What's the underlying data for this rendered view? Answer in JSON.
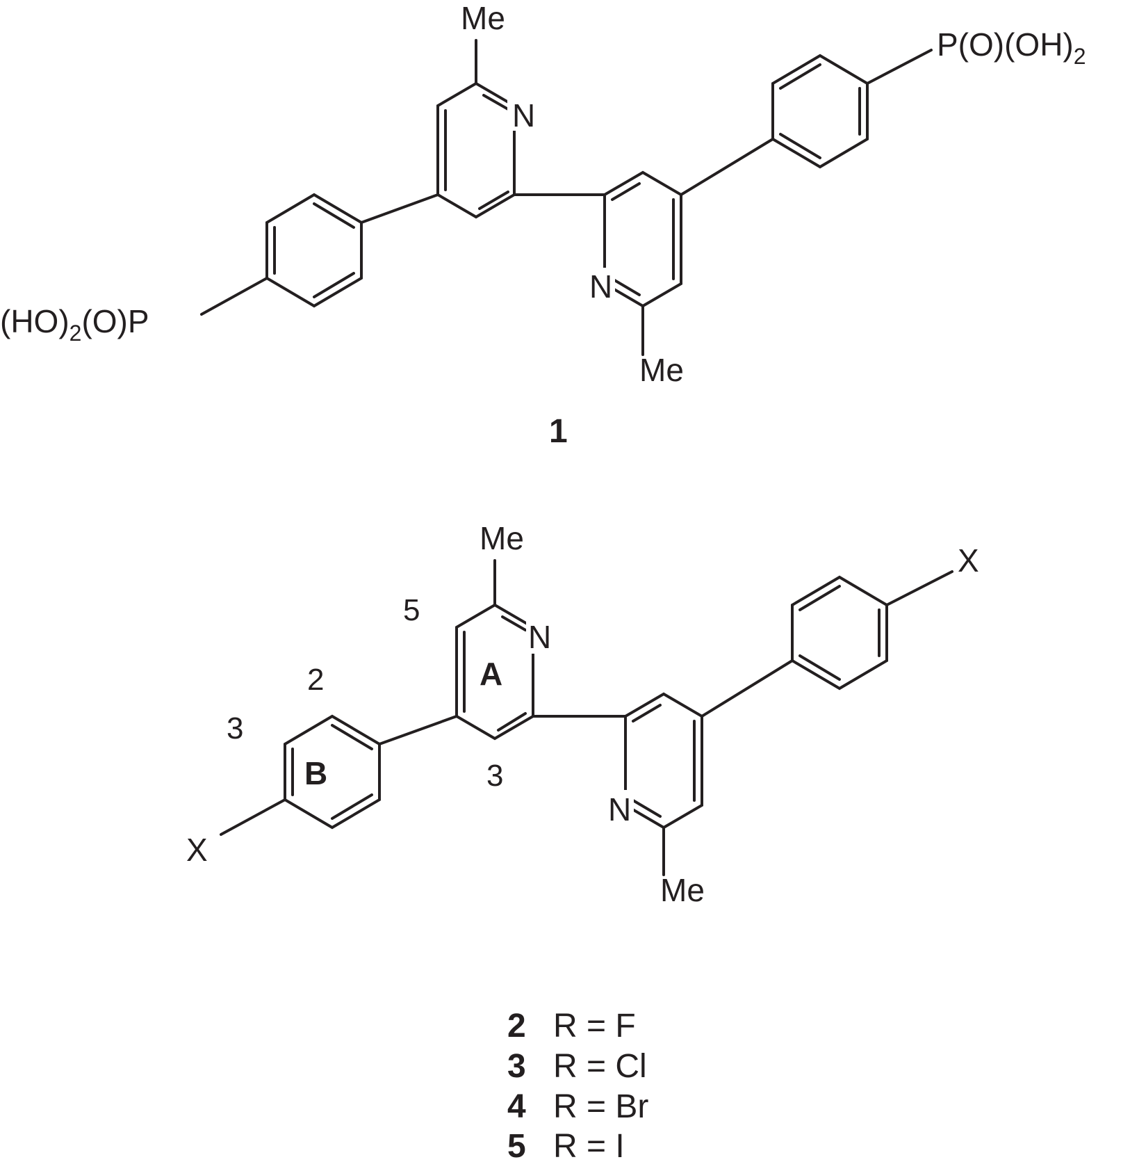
{
  "compound1": {
    "number": "1",
    "methyl_top": "Me",
    "methyl_bottom": "Me",
    "n_left": "N",
    "n_right": "N",
    "left_group_a": "(HO)",
    "left_group_sub": "2",
    "left_group_b": "(O)P",
    "right_group_a": "P(O)(OH)",
    "right_group_sub": "2"
  },
  "compound2": {
    "methyl_top": "Me",
    "methyl_bottom": "Me",
    "n_left": "N",
    "n_right": "N",
    "halogen_left": "X",
    "halogen_right": "X",
    "ring_a": "A",
    "ring_b": "B",
    "pos_5": "5",
    "pos_3_pyr": "3",
    "pos_2": "2",
    "pos_3_ph": "3"
  },
  "legend": [
    {
      "number": "2",
      "text": "R = F"
    },
    {
      "number": "3",
      "text": "R = Cl"
    },
    {
      "number": "4",
      "text": "R = Br"
    },
    {
      "number": "5",
      "text": "R = I"
    }
  ]
}
